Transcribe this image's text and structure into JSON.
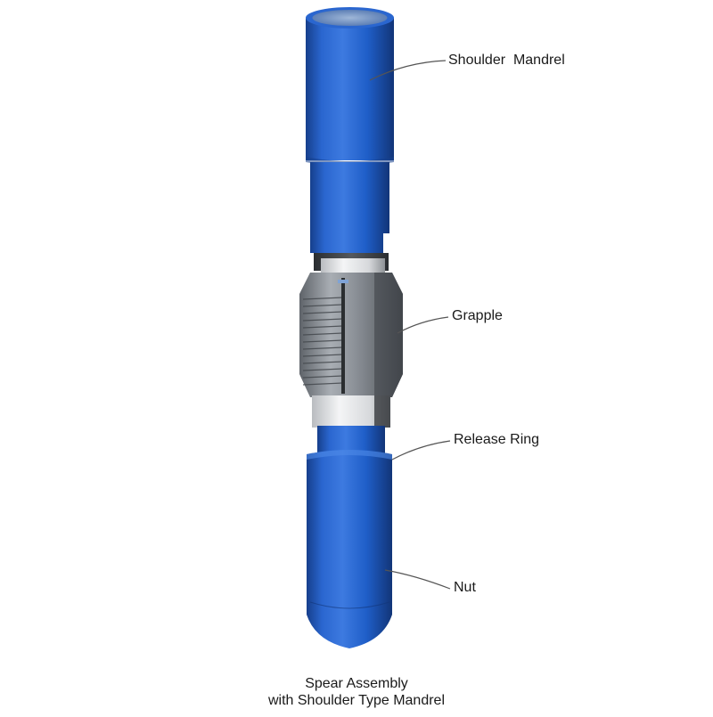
{
  "labels": {
    "shoulder_mandrel": "Shoulder  Mandrel",
    "grapple": "Grapple",
    "release_ring": "Release Ring",
    "nut": "Nut"
  },
  "caption": {
    "line1": "Spear Assembly",
    "line2": "with Shoulder Type Mandrel"
  },
  "colors": {
    "tool_blue": "#1f5ec8",
    "tool_blue_dark": "#163f8c",
    "tool_blue_light": "#4f8ae8",
    "grapple_gray": "#8a8f96",
    "ring_light": "#e6e8ea",
    "leader_line": "#555555"
  }
}
